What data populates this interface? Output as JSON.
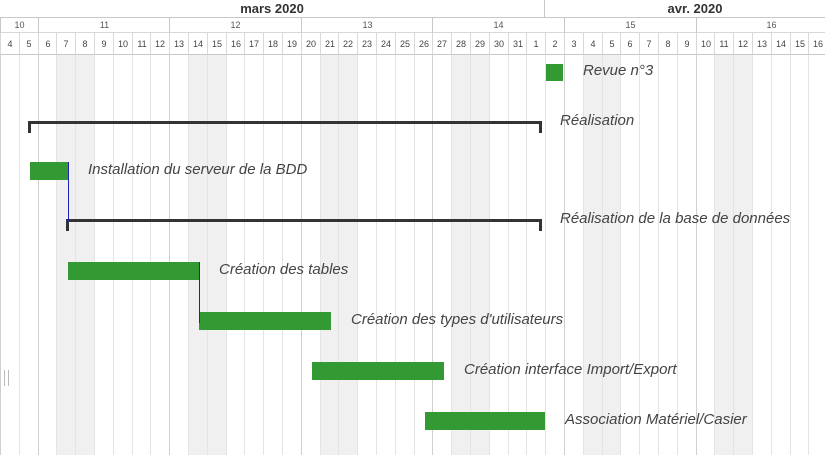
{
  "header": {
    "months": [
      {
        "label": "mars 2020",
        "days": 29
      },
      {
        "label": "avr. 2020",
        "days": 16
      }
    ],
    "weeks": [
      {
        "label": "10",
        "days": 2
      },
      {
        "label": "11",
        "days": 7
      },
      {
        "label": "12",
        "days": 7
      },
      {
        "label": "13",
        "days": 7
      },
      {
        "label": "14",
        "days": 7
      },
      {
        "label": "15",
        "days": 7
      },
      {
        "label": "16",
        "days": 8
      }
    ],
    "days": [
      "4",
      "5",
      "6",
      "7",
      "8",
      "9",
      "10",
      "11",
      "12",
      "13",
      "14",
      "15",
      "16",
      "17",
      "18",
      "19",
      "20",
      "21",
      "22",
      "23",
      "24",
      "25",
      "26",
      "27",
      "28",
      "29",
      "30",
      "31",
      "1",
      "2",
      "3",
      "4",
      "5",
      "6",
      "7",
      "8",
      "9",
      "10",
      "11",
      "12",
      "13",
      "14",
      "15",
      "16"
    ],
    "weekend_indices": [
      3,
      4,
      10,
      11,
      17,
      18,
      24,
      25,
      31,
      32,
      38,
      39
    ]
  },
  "tasks": [
    {
      "type": "milestone",
      "label": "Revue n°3",
      "start": 29,
      "end": 30,
      "row": 0
    },
    {
      "type": "summary",
      "label": "Réalisation",
      "start": 1.6,
      "end": 28.7,
      "row": 1
    },
    {
      "type": "task",
      "label": "Installation du serveur de la BDD",
      "start": 1.6,
      "end": 3.6,
      "row": 2
    },
    {
      "type": "summary",
      "label": "Réalisation de la base de données",
      "start": 3.6,
      "end": 28.7,
      "row": 3
    },
    {
      "type": "task",
      "label": "Création des tables",
      "start": 3.6,
      "end": 10.6,
      "row": 4
    },
    {
      "type": "task",
      "label": "Création des types d'utilisateurs",
      "start": 10.6,
      "end": 17.6,
      "row": 5
    },
    {
      "type": "task",
      "label": "Création interface Import/Export",
      "start": 16.6,
      "end": 23.6,
      "row": 6
    },
    {
      "type": "task",
      "label": "Association Matériel/Casier",
      "start": 22.6,
      "end": 29,
      "row": 7
    }
  ],
  "dependencies": [
    {
      "from": 2,
      "to": 3
    },
    {
      "from": 4,
      "to": 5
    }
  ],
  "colors": {
    "task": "#339933",
    "summary": "#333333",
    "dependency": "#2020c0",
    "weekend": "#f0f0f0"
  }
}
